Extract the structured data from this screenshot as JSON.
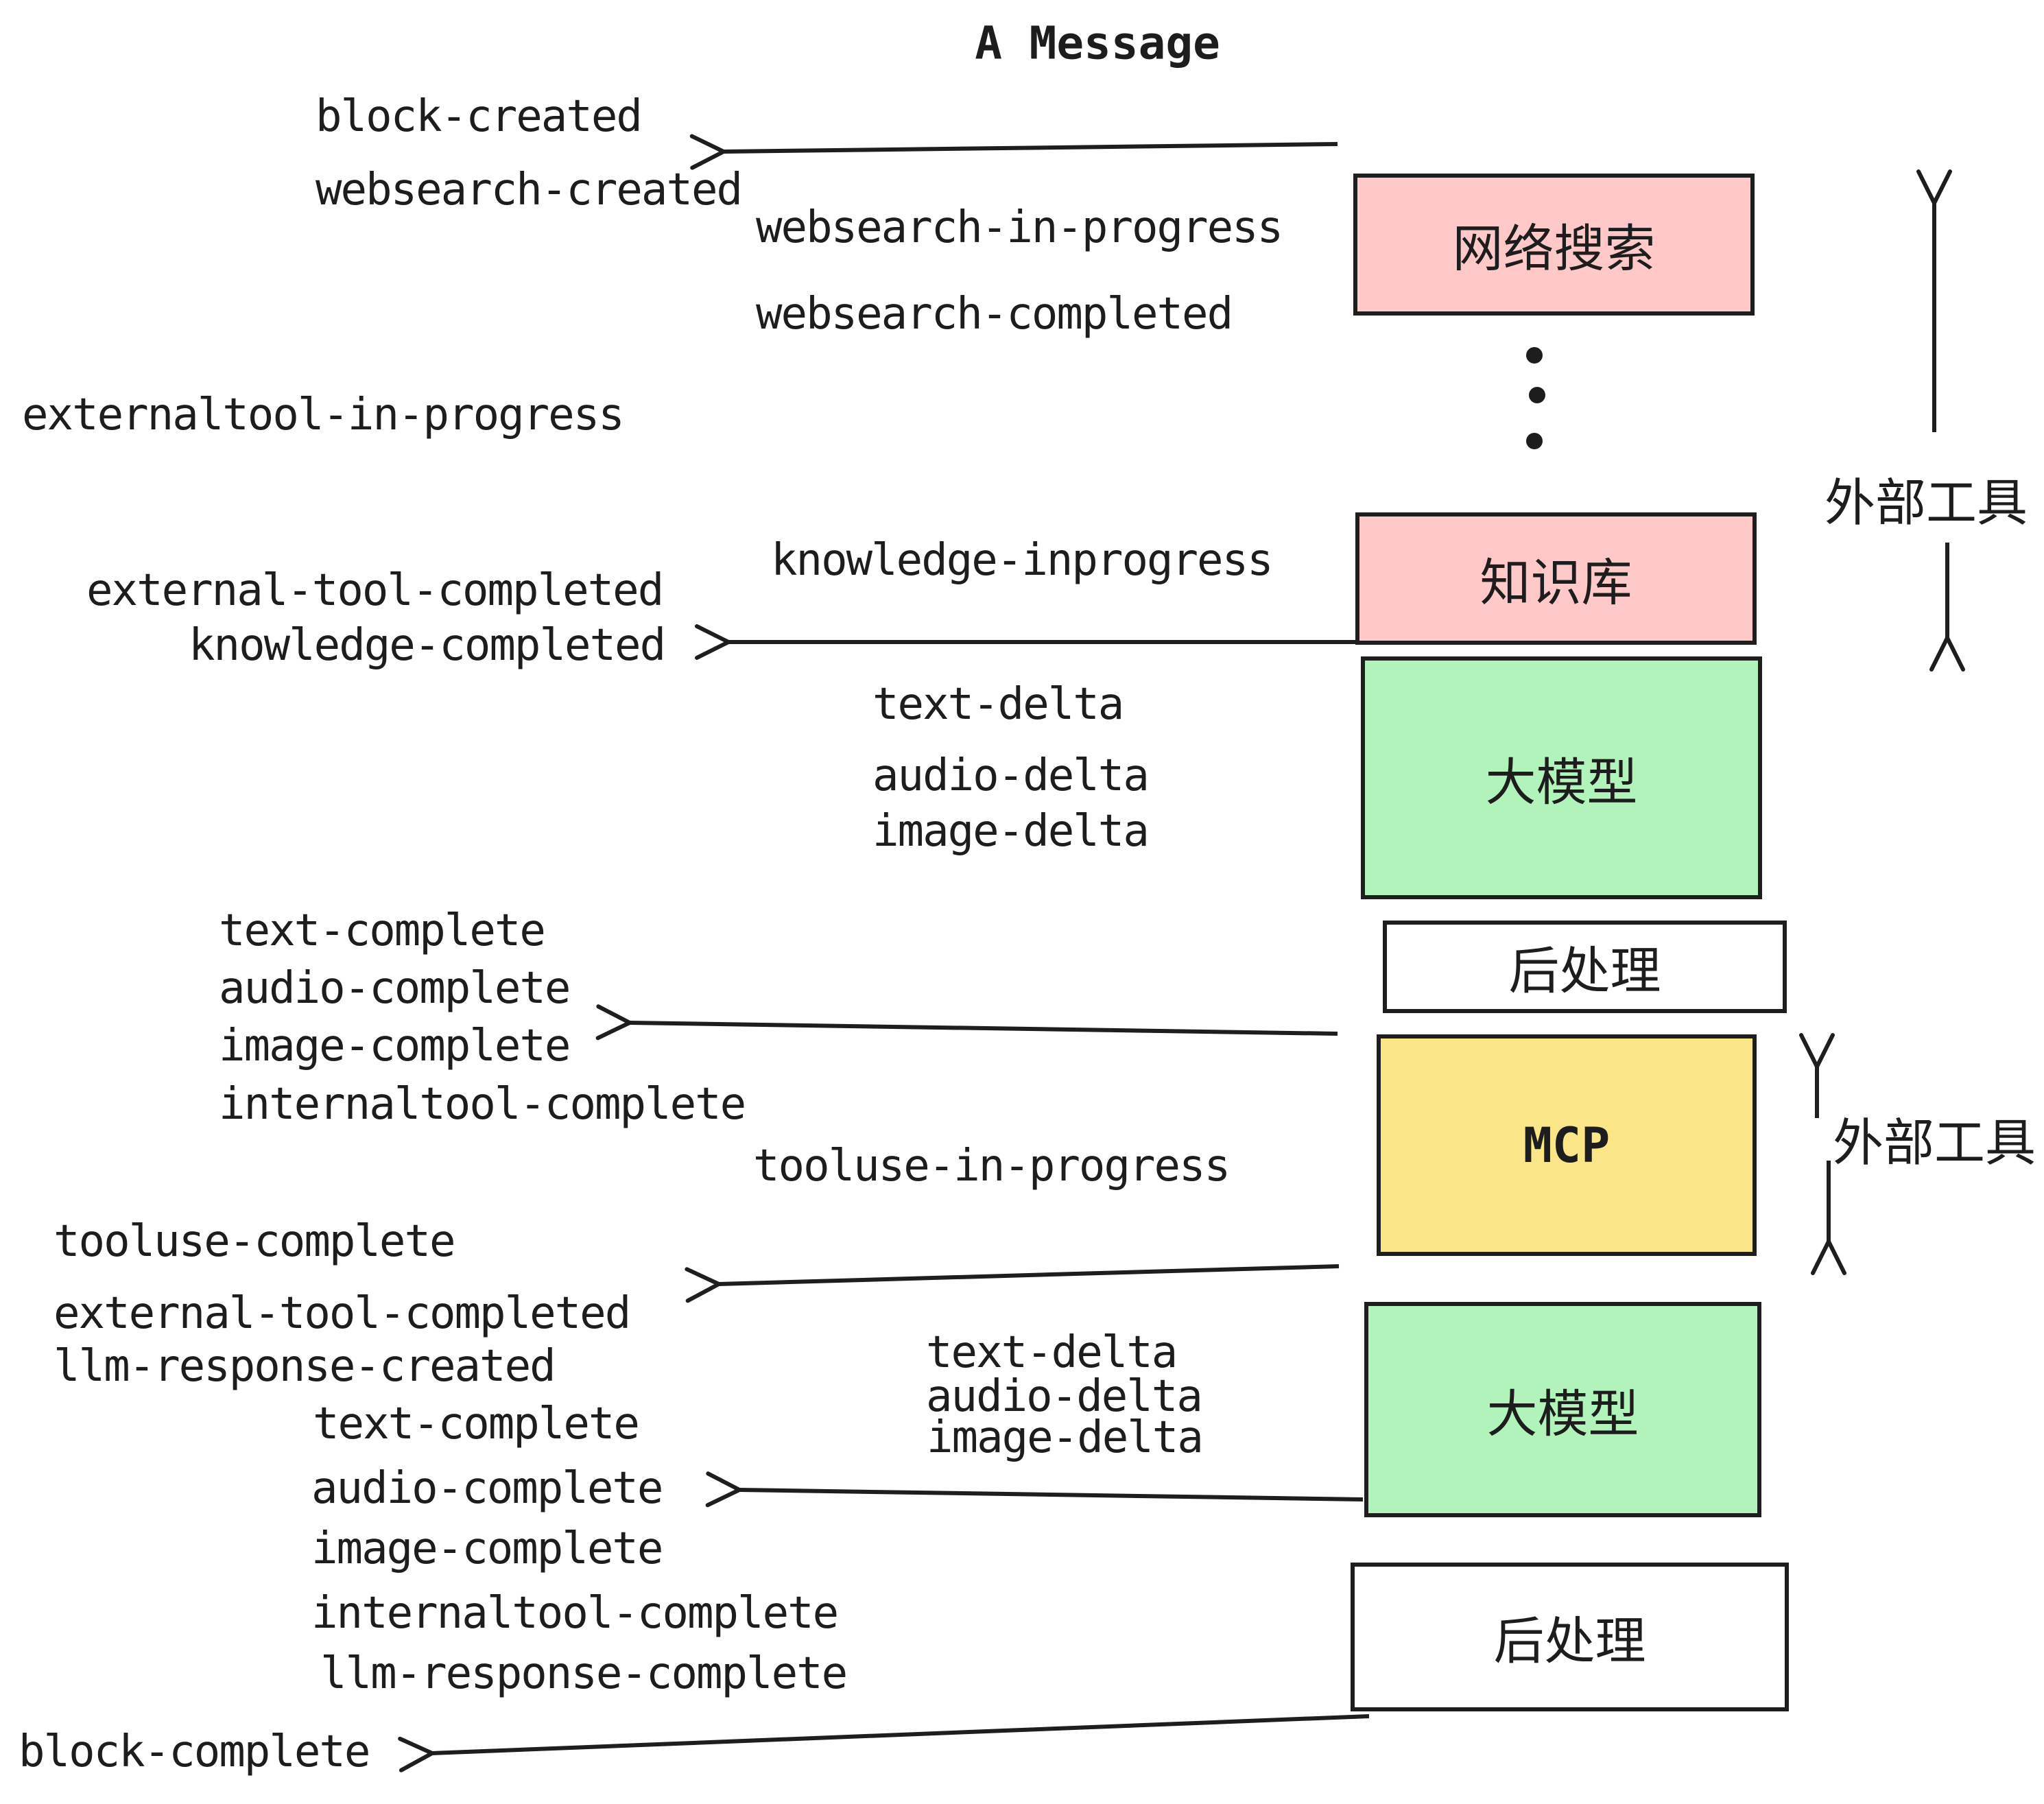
{
  "title": "A Message",
  "colors": {
    "stroke": "#1e1e1e",
    "text": "#1d1d1d",
    "pink": "#ffc9c9",
    "green": "#b2f2bb",
    "yellow": "#fae588",
    "white": "#ffffff",
    "background": "#ffffff"
  },
  "boxes": {
    "websearch": {
      "label": "网络搜索",
      "color": "#ffc9c9"
    },
    "knowledge": {
      "label": "知识库",
      "color": "#ffc9c9"
    },
    "llm1": {
      "label": "大模型",
      "color": "#b2f2bb"
    },
    "post1": {
      "label": "后处理",
      "color": "#ffffff"
    },
    "mcp": {
      "label": "MCP",
      "color": "#fae588"
    },
    "llm2": {
      "label": "大模型",
      "color": "#b2f2bb"
    },
    "post2": {
      "label": "后处理",
      "color": "#ffffff"
    }
  },
  "side_labels": {
    "external_tools_top": "外部工具",
    "external_tools_mid": "外部工具"
  },
  "events": {
    "block_created": "block-created",
    "websearch_created": "websearch-created",
    "websearch_in_progress": "websearch-in-progress",
    "websearch_completed": "websearch-completed",
    "externaltool_in_progress": "externaltool-in-progress",
    "knowledge_inprogress": "knowledge-inprogress",
    "external_tool_completed_1": "external-tool-completed",
    "knowledge_completed": "knowledge-completed",
    "text_delta_1": "text-delta",
    "audio_delta_1": "audio-delta",
    "image_delta_1": "image-delta",
    "text_complete_1": "text-complete",
    "audio_complete_1": "audio-complete",
    "image_complete_1": "image-complete",
    "internaltool_complete_1": "internaltool-complete",
    "tooluse_in_progress": "tooluse-in-progress",
    "tooluse_complete": "tooluse-complete",
    "external_tool_completed_2": "external-tool-completed",
    "llm_response_created": "llm-response-created",
    "text_delta_2": "text-delta",
    "audio_delta_2": "audio-delta",
    "image_delta_2": "image-delta",
    "text_complete_2": "text-complete",
    "audio_complete_2": "audio-complete",
    "image_complete_2": "image-complete",
    "internaltool_complete_2": "internaltool-complete",
    "llm_response_complete": "llm-response-complete",
    "block_complete": "block-complete"
  }
}
